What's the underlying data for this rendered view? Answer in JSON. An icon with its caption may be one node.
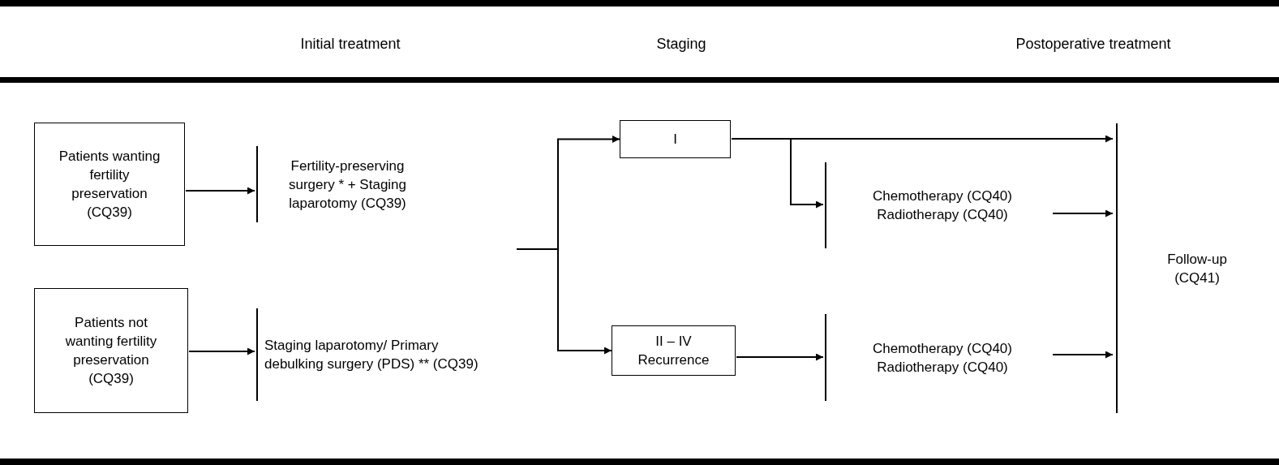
{
  "diagram": {
    "nodes": [
      {
        "text": [
          "Patients wanting fertility preservation (CQ39)"
        ]
      },
      {
        "text": [
          "Patients not wanting fertility preservation (CQ39)"
        ]
      },
      {
        "text": [
          "Fertility-preserving surgery * + Staging laparotomy (CQ39)"
        ]
      },
      {
        "text": [
          "Staging laparotomy/ Primary debulking surgery (PDS) ** (CQ39)"
        ]
      },
      {
        "text": [
          "I"
        ]
      },
      {
        "text": [
          "II – IV Recurrence"
        ]
      },
      {
        "text": [
          "Chemotherapy (CQ40) Radiotherapy (CQ40)"
        ]
      },
      {
        "text": [
          "Chemotherapy (CQ40) Radiotherapy (CQ40)"
        ]
      },
      {
        "text": [
          "Follow-up (CQ41)"
        ]
      }
    ],
    "edges": [
      {
        "from": 0,
        "to": 2,
        "arrow": "to"
      },
      {
        "from": 1,
        "to": 3,
        "arrow": "to"
      },
      {
        "from": null,
        "to": 4,
        "arrow": "to"
      },
      {
        "from": null,
        "to": 5,
        "arrow": "to"
      },
      {
        "from": 4,
        "to": 8,
        "arrow": "to"
      },
      {
        "from": 4,
        "to": 6,
        "arrow": "to"
      },
      {
        "from": 6,
        "to": 8,
        "arrow": "to"
      },
      {
        "from": 5,
        "to": 7,
        "arrow": "to"
      },
      {
        "from": 7,
        "to": 8,
        "arrow": "to"
      }
    ],
    "labels": [
      "Initial treatment",
      "Staging",
      "Postoperative treatment"
    ]
  }
}
